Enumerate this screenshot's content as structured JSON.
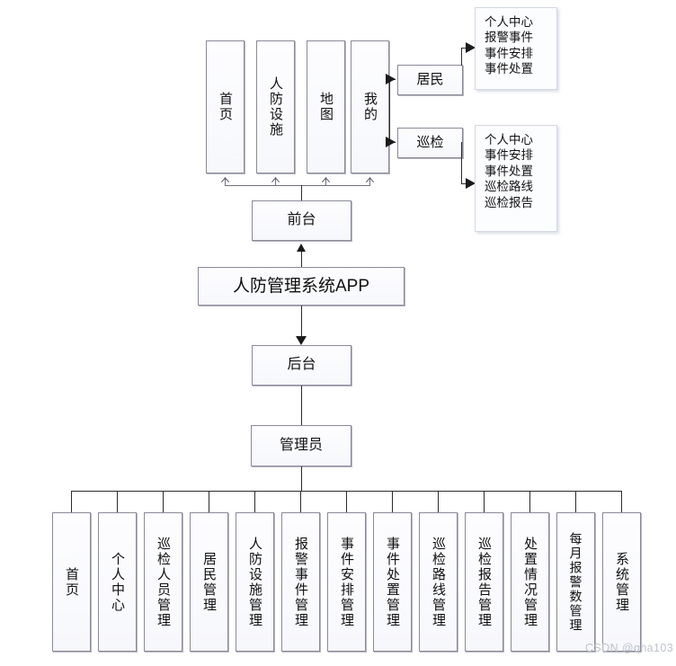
{
  "diagram": {
    "title": "人防管理系统APP",
    "watermark": "CSDN @qha103",
    "frontend": {
      "label": "前台",
      "modules": [
        {
          "label": "首页"
        },
        {
          "label": "人防设施"
        },
        {
          "label": "地图"
        },
        {
          "label": "我的"
        }
      ],
      "roles": [
        {
          "label": "居民",
          "functions": [
            "个人中心",
            "报警事件",
            "事件安排",
            "事件处置"
          ]
        },
        {
          "label": "巡检",
          "functions": [
            "个人中心",
            "事件安排",
            "事件处置",
            "巡检路线",
            "巡检报告"
          ]
        }
      ]
    },
    "backend": {
      "label": "后台",
      "admin": {
        "label": "管理员",
        "modules": [
          {
            "label": "首页"
          },
          {
            "label": "个人中心"
          },
          {
            "label": "巡检人员管理"
          },
          {
            "label": "居民管理"
          },
          {
            "label": "人防设施管理"
          },
          {
            "label": "报警事件管理"
          },
          {
            "label": "事件安排管理"
          },
          {
            "label": "事件处置管理"
          },
          {
            "label": "巡检路线管理"
          },
          {
            "label": "巡检报告管理"
          },
          {
            "label": "处置情况管理"
          },
          {
            "label": "每月报警数管理"
          },
          {
            "label": "系统管理"
          }
        ]
      }
    },
    "colors": {
      "border": "#8a8a9a",
      "line": "#2b2b2b",
      "panel_border": "#d4d8e4",
      "watermark": "#bfc3cc"
    }
  }
}
